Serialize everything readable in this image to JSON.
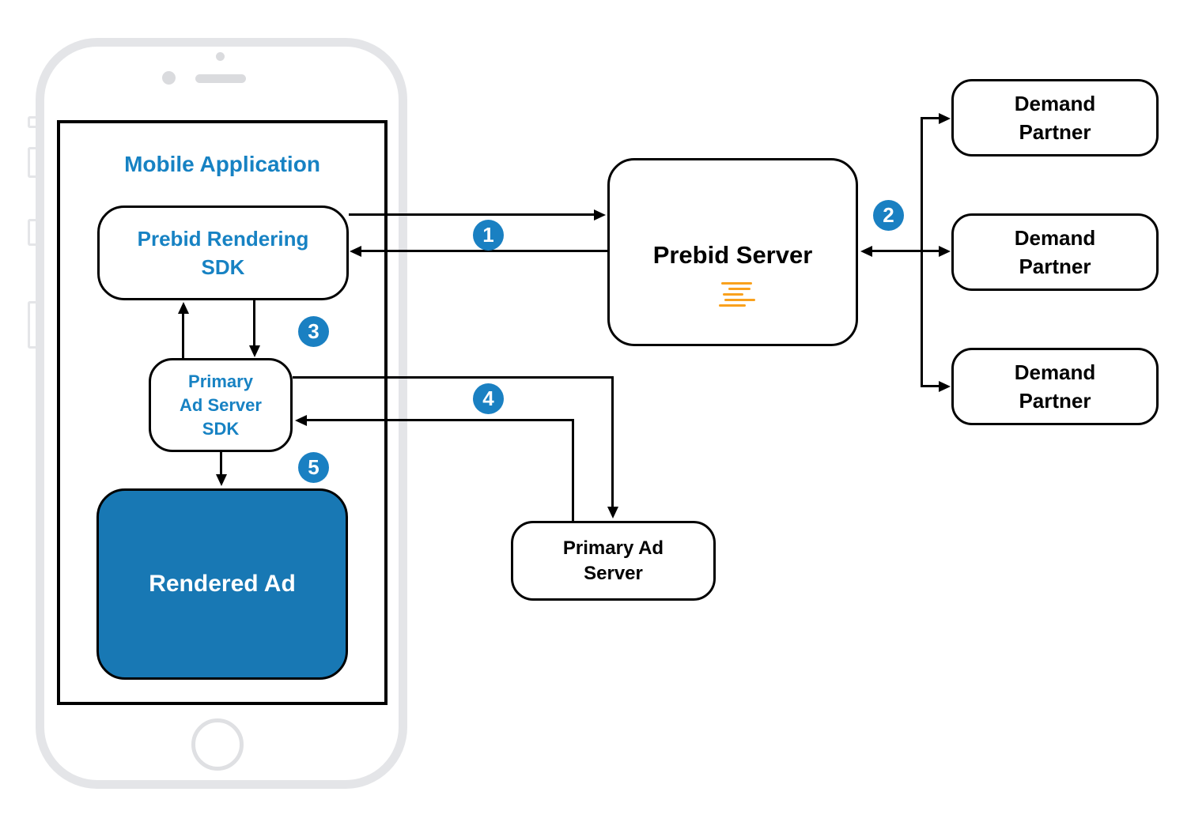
{
  "colors": {
    "accent_blue": "#1A80C2",
    "text_blue": "#1782C3",
    "rendered_ad_blue": "#1878B4",
    "logo_orange": "#F9A11D",
    "phone_gray": "#E4E5E8",
    "line_black": "#000000"
  },
  "mobile_app": {
    "title": "Mobile Application"
  },
  "nodes": {
    "prebid_rendering_sdk": {
      "lines": [
        "Prebid Rendering",
        "SDK"
      ]
    },
    "primary_ad_server_sdk": {
      "lines": [
        "Primary",
        "Ad Server",
        "SDK"
      ]
    },
    "rendered_ad": {
      "label": "Rendered Ad"
    },
    "prebid_server": {
      "label": "Prebid Server",
      "logo_icon": "prebid-orange-stripes-logo"
    },
    "demand_partners": [
      {
        "lines": [
          "Demand",
          "Partner"
        ]
      },
      {
        "lines": [
          "Demand",
          "Partner"
        ]
      },
      {
        "lines": [
          "Demand",
          "Partner"
        ]
      }
    ],
    "primary_ad_server": {
      "lines": [
        "Primary Ad",
        "Server"
      ]
    }
  },
  "steps": [
    "1",
    "2",
    "3",
    "4",
    "5"
  ]
}
